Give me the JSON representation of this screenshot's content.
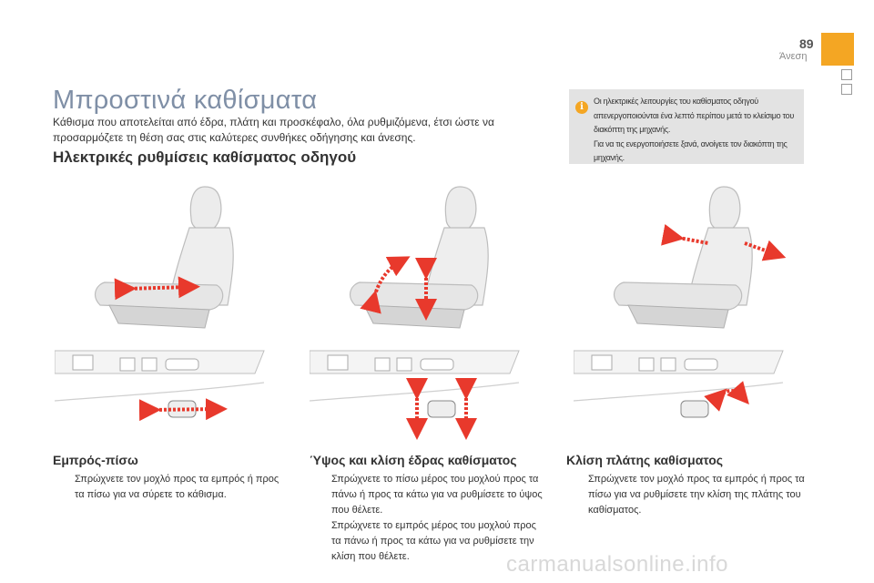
{
  "header": {
    "page_number": "89",
    "section_label": "Άνεση",
    "accent_color": "#f4a623"
  },
  "title": "Μπροστινά καθίσματα",
  "intro": "Κάθισμα που αποτελείται από έδρα, πλάτη και προσκέφαλο, όλα ρυθμιζόμενα, έτσι ώστε να προσαρμόζετε τη θέση σας στις καλύτερες συνθήκες οδήγησης και άνεσης.",
  "subtitle": "Ηλεκτρικές ρυθμίσεις καθίσματος οδηγού",
  "info": {
    "icon": "info-icon",
    "line1": "Οι ηλεκτρικές λειτουργίες του καθίσματος οδηγού απενεργοποιούνται ένα λεπτό περίπου μετά το κλείσιμο του διακόπτη της μηχανής.",
    "line2": "Για να τις ενεργοποιήσετε ξανά, ανοίγετε τον διακόπτη της μηχανής."
  },
  "columns": [
    {
      "title": "Εμπρός-πίσω",
      "bullets": [
        "Σπρώχνετε τον μοχλό προς τα εμπρός ή προς τα πίσω για να σύρετε το κάθισμα."
      ]
    },
    {
      "title": "Ύψος και κλίση έδρας καθίσματος",
      "bullets": [
        "Σπρώχνετε το πίσω μέρος του μοχλού προς τα πάνω ή προς τα κάτω για να ρυθμίσετε το ύψος που θέλετε.",
        "Σπρώχνετε το εμπρός μέρος του μοχλού προς τα πάνω ή προς τα κάτω για να ρυθμίσετε την κλίση που θέλετε."
      ]
    },
    {
      "title": "Κλίση πλάτης καθίσματος",
      "bullets": [
        "Σπρώχνετε τον μοχλό προς τα εμπρός ή προς τα πίσω για να ρυθμίσετε την κλίση της πλάτης του καθίσματος."
      ]
    }
  ],
  "bullet_symbol": "",
  "watermark": "carmanualsonline.info",
  "arrow_color": "#e8392c"
}
